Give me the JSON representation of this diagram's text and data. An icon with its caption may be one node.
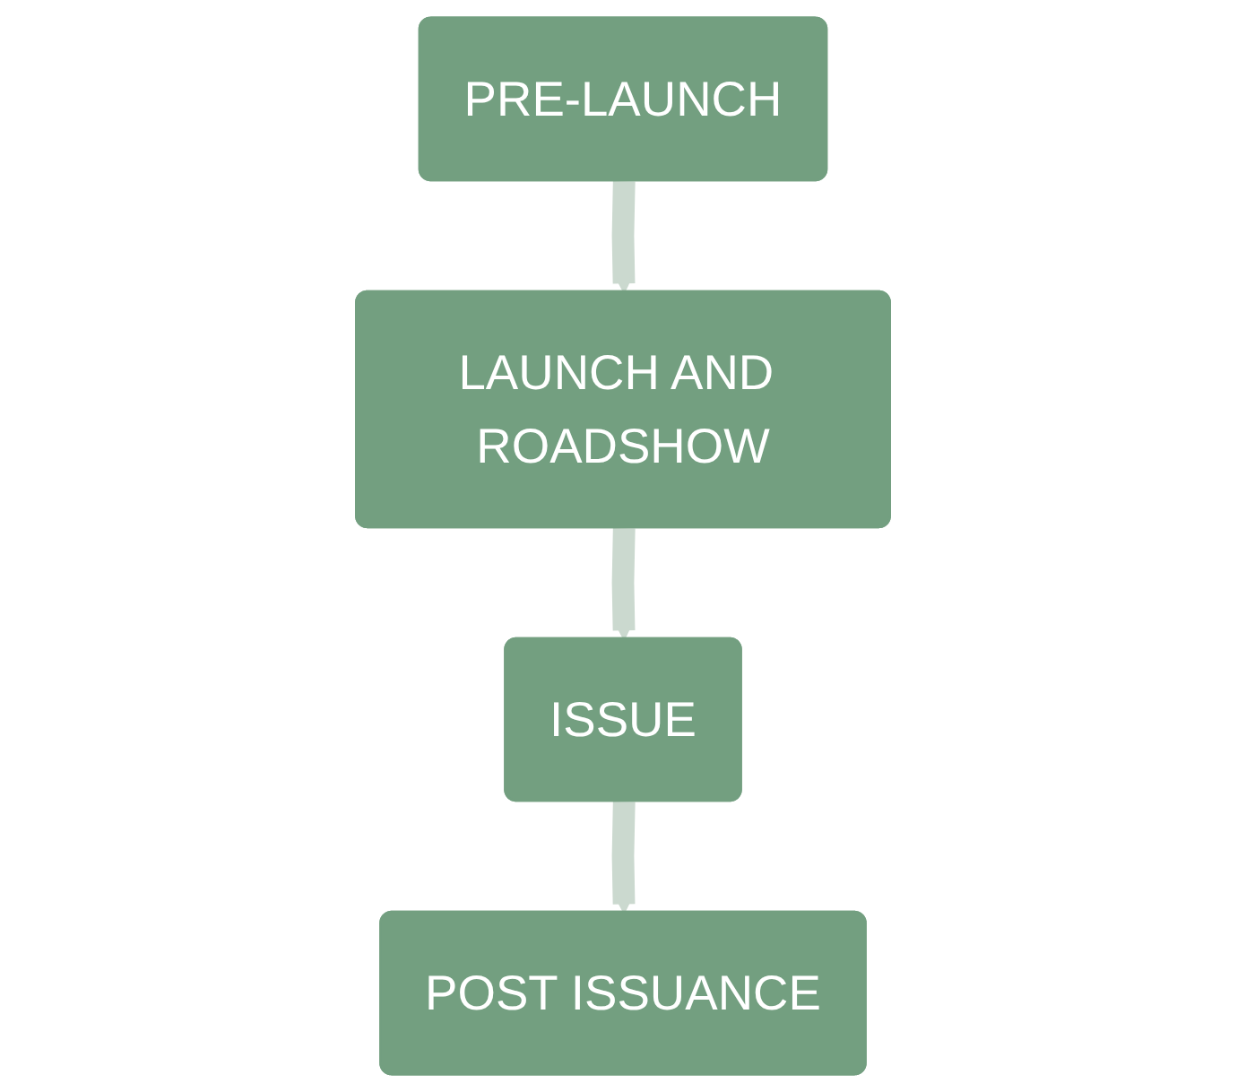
{
  "diagram": {
    "nodes": [
      {
        "text": [
          "PRE-LAUNCH"
        ]
      },
      {
        "text": [
          "LAUNCH AND ROADSHOW"
        ]
      },
      {
        "text": [
          "ISSUE"
        ]
      },
      {
        "text": [
          "POST ISSUANCE"
        ]
      }
    ],
    "edges": [
      {
        "from": 0,
        "to": 1,
        "arrow": "to"
      },
      {
        "from": 1,
        "to": 2,
        "arrow": "to"
      },
      {
        "from": 2,
        "to": 3,
        "arrow": "to"
      }
    ]
  }
}
